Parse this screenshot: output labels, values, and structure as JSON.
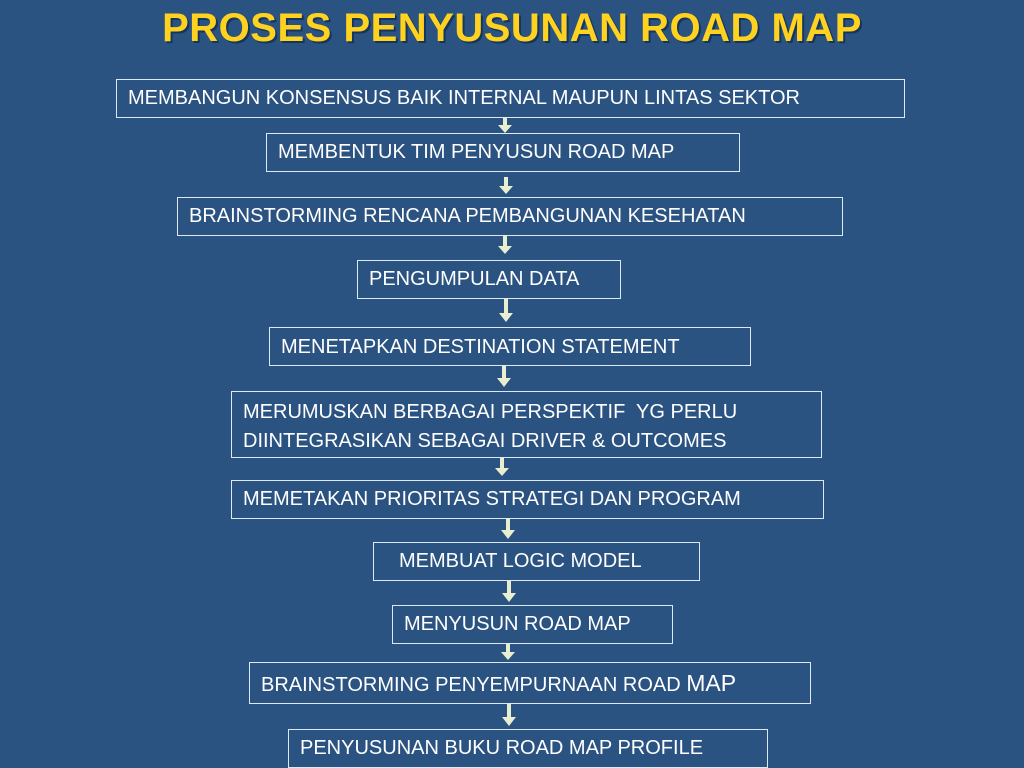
{
  "diagram": {
    "title": "PROSES PENYUSUNAN ROAD MAP",
    "steps": [
      {
        "text": "MEMBANGUN KONSENSUS BAIK INTERNAL MAUPUN LINTAS SEKTOR"
      },
      {
        "text": "MEMBENTUK TIM PENYUSUN ROAD MAP"
      },
      {
        "text": "BRAINSTORMING RENCANA PEMBANGUNAN KESEHATAN"
      },
      {
        "text": "PENGUMPULAN DATA"
      },
      {
        "text": "MENETAPKAN DESTINATION STATEMENT"
      },
      {
        "line1": "MERUMUSKAN BERBAGAI PERSPEKTIF  YG PERLU",
        "line2": "DIINTEGRASIKAN SEBAGAI DRIVER & OUTCOMES"
      },
      {
        "text": "MEMETAKAN PRIORITAS STRATEGI DAN PROGRAM"
      },
      {
        "text": "MEMBUAT LOGIC MODEL"
      },
      {
        "text": "MENYUSUN ROAD MAP"
      },
      {
        "text": "BRAINSTORMING PENYEMPURNAAN ROAD",
        "text_large": "MAP"
      },
      {
        "text": "PENYUSUNAN BUKU ROAD MAP PROFILE"
      }
    ],
    "colors": {
      "background": "#2b5382",
      "title": "#ffd21f",
      "box_border": "#dce8f4",
      "text": "#ffffff",
      "arrow": "#e8eecf"
    }
  }
}
